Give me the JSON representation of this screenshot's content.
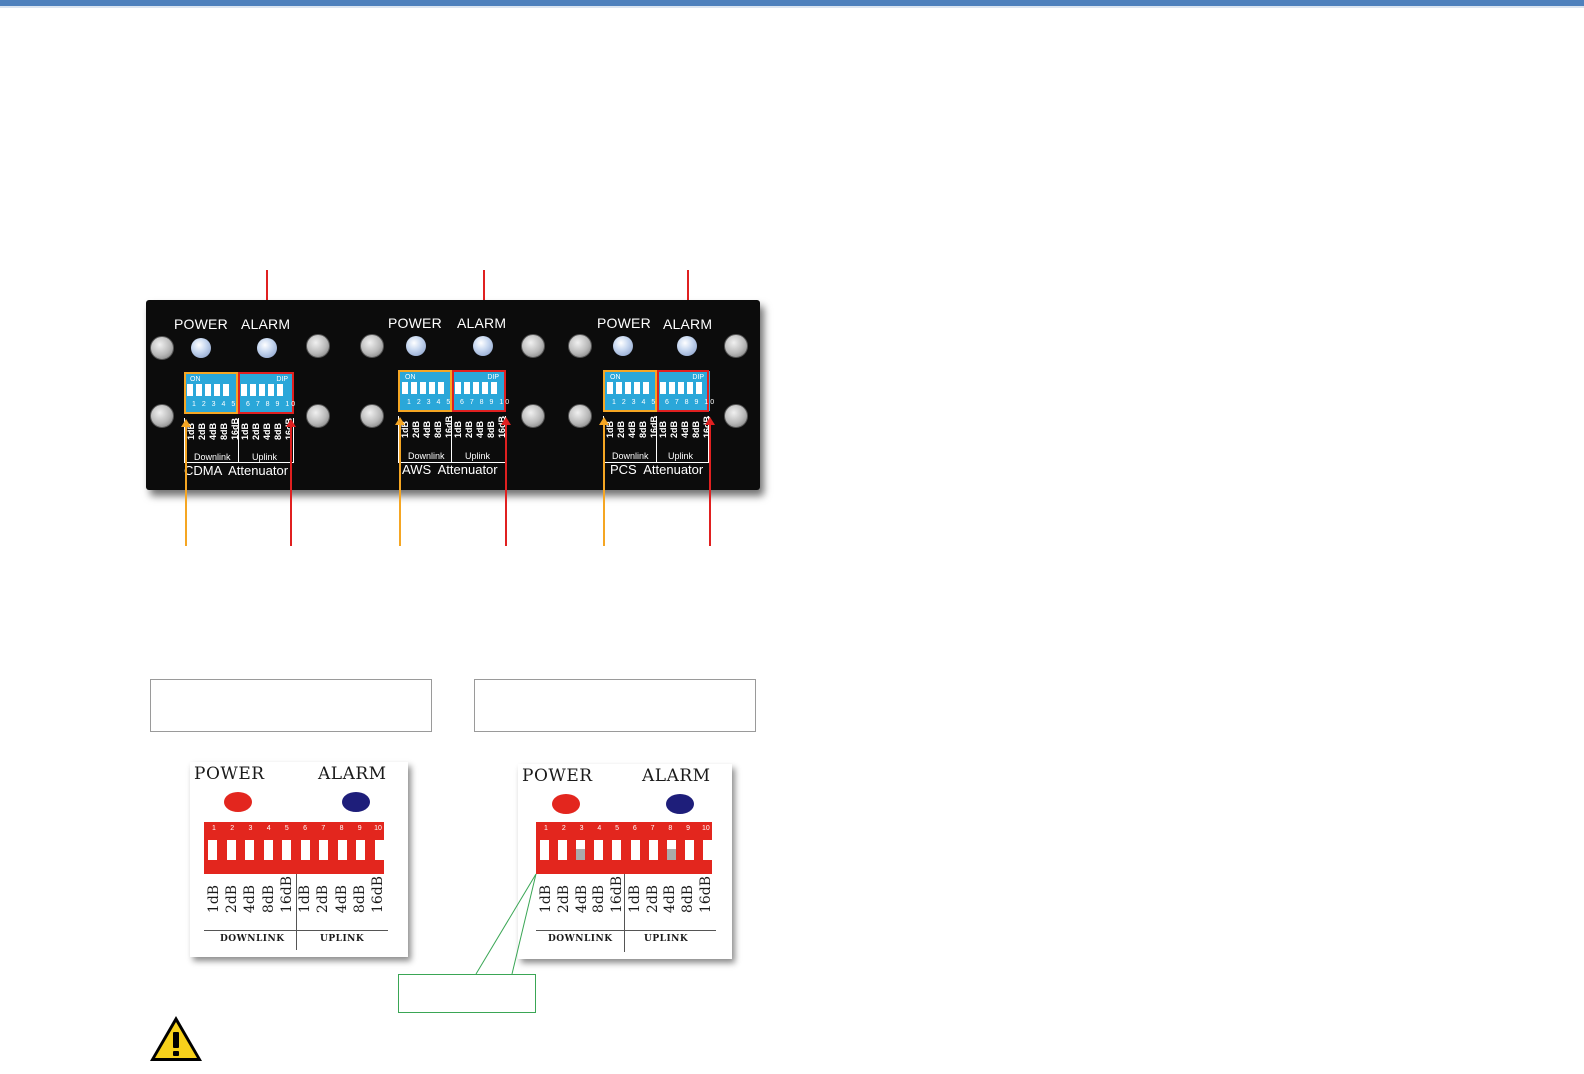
{
  "panel": {
    "power_label": "POWER",
    "alarm_label": "ALARM",
    "on_label": "ON",
    "dip_label": "DIP",
    "switch_numbers_down": "1 2 3 4 5",
    "switch_numbers_up": "6 7 8 9 10",
    "db_steps": [
      "1dB",
      "2dB",
      "4dB",
      "8dB",
      "16dB"
    ],
    "downlink_label": "Downlink",
    "uplink_label": "Uplink",
    "attenuators": [
      "CDMA  Attenuator",
      "AWS  Attenuator",
      "PCS  Attenuator"
    ]
  },
  "diagrams": {
    "power_label": "POWER",
    "alarm_label": "ALARM",
    "switch_numbers": [
      "1",
      "2",
      "3",
      "4",
      "5",
      "6",
      "7",
      "8",
      "9",
      "10"
    ],
    "db_steps": [
      "1dB",
      "2dB",
      "4dB",
      "8dB",
      "16dB",
      "1dB",
      "2dB",
      "4dB",
      "8dB",
      "16dB"
    ],
    "downlink_label": "DOWNLINK",
    "uplink_label": "UPLINK",
    "left_switch_state": [
      "up",
      "up",
      "up",
      "up",
      "up",
      "up",
      "up",
      "up",
      "up",
      "up"
    ],
    "right_switch_state": [
      "up",
      "up",
      "down",
      "up",
      "up",
      "up",
      "up",
      "down",
      "up",
      "up"
    ]
  },
  "colors": {
    "header_rule": "#4f81bd",
    "callout_red": "#e02020",
    "callout_yellow": "#f5a623",
    "callout_green": "#3aa655",
    "dip_blue": "#2aa7d9",
    "diagram_red": "#e3261e",
    "alarm_led": "#1e1e7a"
  },
  "icons": {
    "warning": "warning-icon"
  }
}
